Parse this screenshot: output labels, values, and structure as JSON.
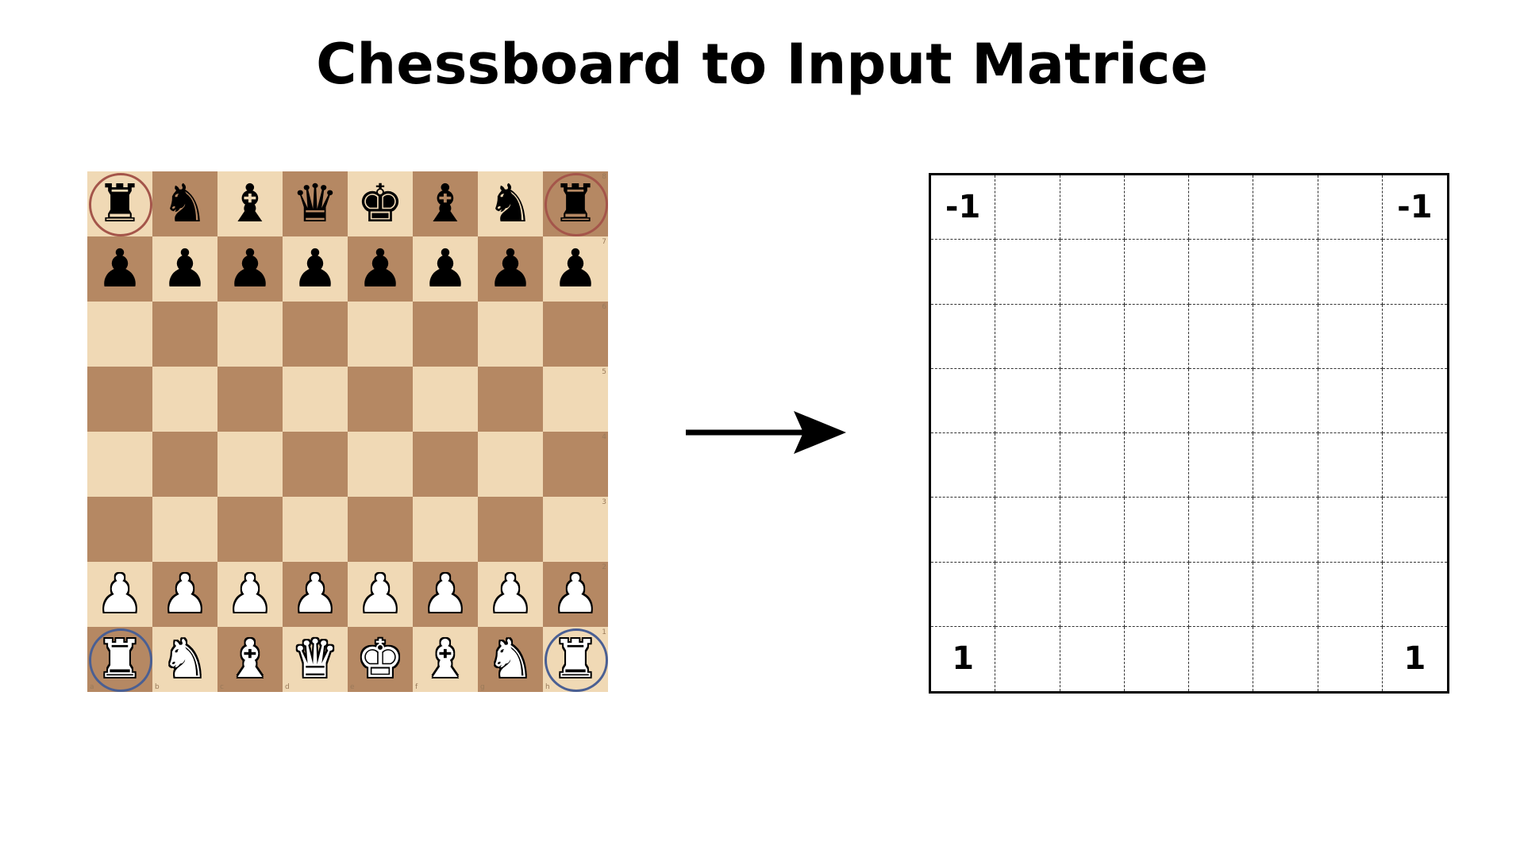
{
  "title": "Chessboard to Input Matrice",
  "colors": {
    "light_square": "#f0d9b5",
    "dark_square": "#b58863",
    "black_rook_ring": "#a4554a",
    "white_rook_ring": "#4a5f93"
  },
  "board": {
    "ranks": [
      [
        "♜",
        "♞",
        "♝",
        "♛",
        "♚",
        "♝",
        "♞",
        "♜"
      ],
      [
        "♟",
        "♟",
        "♟",
        "♟",
        "♟",
        "♟",
        "♟",
        "♟"
      ],
      [
        "",
        "",
        "",
        "",
        "",
        "",
        "",
        ""
      ],
      [
        "",
        "",
        "",
        "",
        "",
        "",
        "",
        ""
      ],
      [
        "",
        "",
        "",
        "",
        "",
        "",
        "",
        ""
      ],
      [
        "",
        "",
        "",
        "",
        "",
        "",
        "",
        ""
      ],
      [
        "♟",
        "♟",
        "♟",
        "♟",
        "♟",
        "♟",
        "♟",
        "♟"
      ],
      [
        "♜",
        "♞",
        "♝",
        "♛",
        "♚",
        "♝",
        "♞",
        "♜"
      ]
    ],
    "piece_colors": [
      "black",
      "black",
      "",
      "",
      "",
      "",
      "white",
      "white"
    ],
    "rank_labels": [
      "8",
      "7",
      "6",
      "5",
      "4",
      "3",
      "2",
      "1"
    ],
    "file_labels": [
      "a",
      "b",
      "c",
      "d",
      "e",
      "f",
      "g",
      "h"
    ],
    "circled_squares": [
      {
        "rank": 0,
        "file": 0,
        "color": "black_rook_ring"
      },
      {
        "rank": 0,
        "file": 7,
        "color": "black_rook_ring"
      },
      {
        "rank": 7,
        "file": 0,
        "color": "white_rook_ring"
      },
      {
        "rank": 7,
        "file": 7,
        "color": "white_rook_ring"
      }
    ]
  },
  "arrow": {
    "icon": "right-arrow-icon"
  },
  "matrix": {
    "rows": [
      [
        "-1",
        "",
        "",
        "",
        "",
        "",
        "",
        "-1"
      ],
      [
        "",
        "",
        "",
        "",
        "",
        "",
        "",
        ""
      ],
      [
        "",
        "",
        "",
        "",
        "",
        "",
        "",
        ""
      ],
      [
        "",
        "",
        "",
        "",
        "",
        "",
        "",
        ""
      ],
      [
        "",
        "",
        "",
        "",
        "",
        "",
        "",
        ""
      ],
      [
        "",
        "",
        "",
        "",
        "",
        "",
        "",
        ""
      ],
      [
        "",
        "",
        "",
        "",
        "",
        "",
        "",
        ""
      ],
      [
        "1",
        "",
        "",
        "",
        "",
        "",
        "",
        "1"
      ]
    ]
  }
}
